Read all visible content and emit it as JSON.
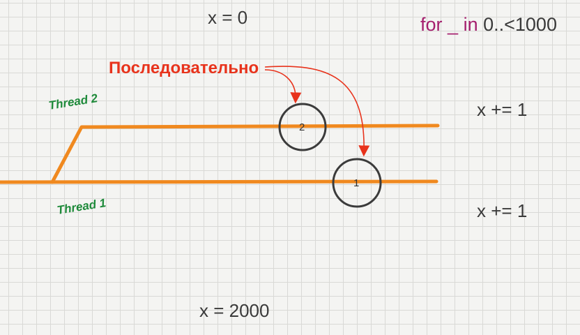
{
  "expressions": {
    "initial": "x = 0",
    "final": "x = 2000",
    "increment_thread2": "x += 1",
    "increment_thread1": "x += 1"
  },
  "loop": {
    "keyword_for": "for",
    "variable": "_",
    "keyword_in": "in",
    "range": "0..<1000"
  },
  "annotation": {
    "label": "Последовательно"
  },
  "threads": {
    "thread2_label": "Thread 2",
    "thread1_label": "Thread 1"
  },
  "markers": {
    "step2": "2",
    "step1": "1"
  },
  "colors": {
    "thread_line": "#f0891f",
    "annotation": "#e8331c",
    "thread_label": "#1e8a3a",
    "keyword": "#a51f6e",
    "text": "#3a3a3a"
  }
}
